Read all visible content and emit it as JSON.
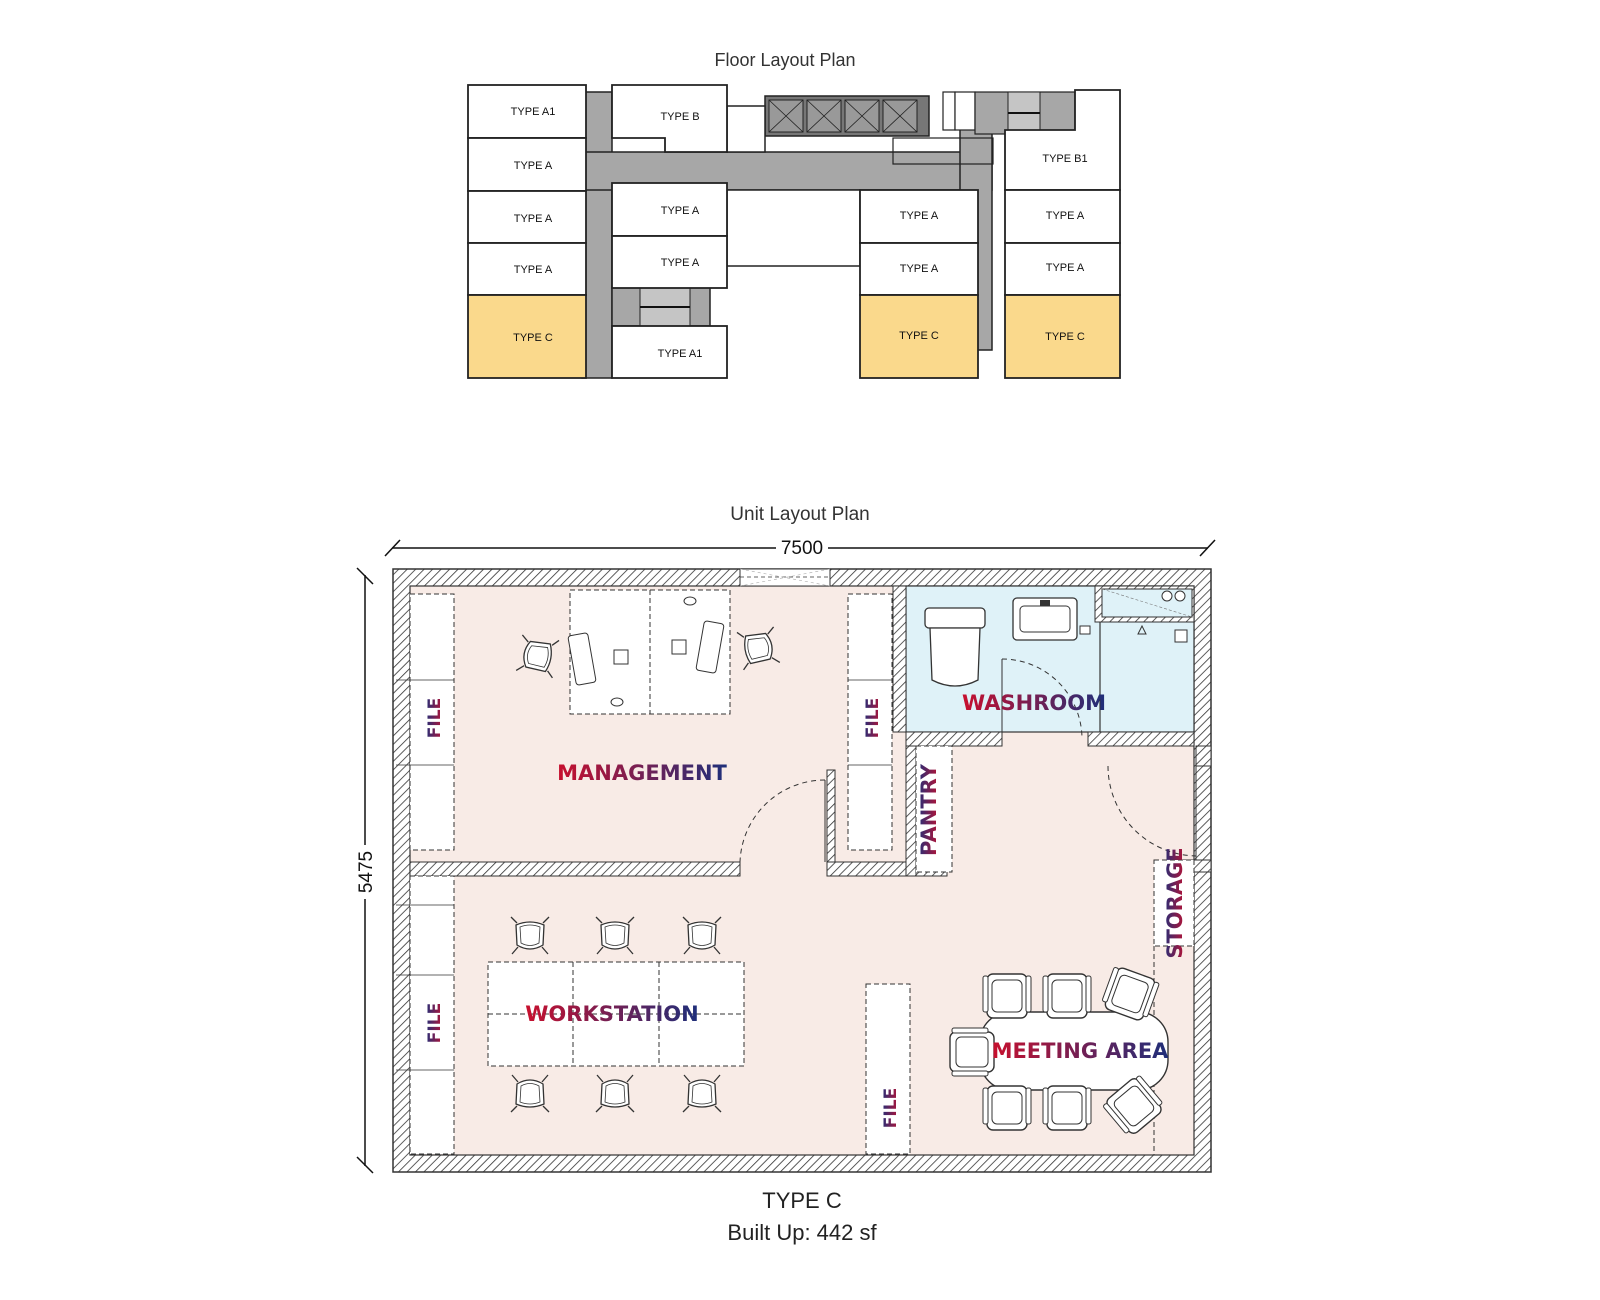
{
  "floor_plan": {
    "title": "Floor Layout Plan",
    "units": [
      {
        "id": "u1",
        "label": "TYPE A1"
      },
      {
        "id": "u2",
        "label": "TYPE A"
      },
      {
        "id": "u3",
        "label": "TYPE A"
      },
      {
        "id": "u4",
        "label": "TYPE A"
      },
      {
        "id": "u5",
        "label": "TYPE C"
      },
      {
        "id": "u6",
        "label": "TYPE B"
      },
      {
        "id": "u7",
        "label": "TYPE A"
      },
      {
        "id": "u8",
        "label": "TYPE A"
      },
      {
        "id": "u9",
        "label": "TYPE A1"
      },
      {
        "id": "u10",
        "label": "TYPE A"
      },
      {
        "id": "u11",
        "label": "TYPE A"
      },
      {
        "id": "u12",
        "label": "TYPE C"
      },
      {
        "id": "u13",
        "label": "TYPE B1"
      },
      {
        "id": "u14",
        "label": "TYPE A"
      },
      {
        "id": "u15",
        "label": "TYPE A"
      },
      {
        "id": "u16",
        "label": "TYPE C"
      }
    ],
    "colors": {
      "corridor": "#a7a7a7",
      "highlight": "#fad98c",
      "unit": "#ffffff",
      "lift": "#666666"
    }
  },
  "unit_plan": {
    "title": "Unit Layout Plan",
    "width_dim": "7500",
    "height_dim": "5475",
    "rooms": {
      "management": "MANAGEMENT",
      "workstation": "WORKSTATION",
      "washroom": "WASHROOM",
      "pantry": "PANTRY",
      "storage": "STORAGE",
      "meeting": "MEETING AREA"
    },
    "file_label": "FILE",
    "colors": {
      "floor": "#f8ebe6",
      "washroom": "#dff2f8",
      "label_red": "#c8102e",
      "label_blue": "#1e2f7a"
    }
  },
  "footer": {
    "unit_type": "TYPE C",
    "built_up": "Built Up: 442 sf"
  }
}
